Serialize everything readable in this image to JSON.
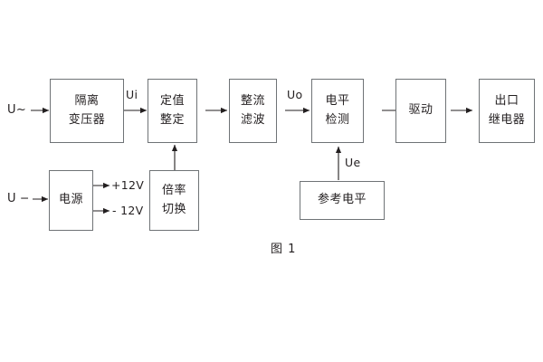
{
  "figure": {
    "caption": "图 1",
    "line_color": "#6f7376",
    "text_color": "#231f20",
    "background": "#ffffff"
  },
  "chart_data": {
    "type": "diagram",
    "title": "图 1",
    "nodes": [
      {
        "id": "isolation-transformer",
        "lines": [
          "隔离",
          "变压器"
        ],
        "row": "top",
        "order": 1
      },
      {
        "id": "setting-value",
        "lines": [
          "定值",
          "整定"
        ],
        "row": "top",
        "order": 2
      },
      {
        "id": "rectify-filter",
        "lines": [
          "整流",
          "滤波"
        ],
        "row": "top",
        "order": 3
      },
      {
        "id": "level-detect",
        "lines": [
          "电平",
          "检测"
        ],
        "row": "top",
        "order": 4
      },
      {
        "id": "drive",
        "lines": [
          "驱动"
        ],
        "row": "top",
        "order": 5
      },
      {
        "id": "output-relay",
        "lines": [
          "出口",
          "继电器"
        ],
        "row": "top",
        "order": 6
      },
      {
        "id": "power-supply",
        "lines": [
          "电源"
        ],
        "row": "bottom",
        "order": 1
      },
      {
        "id": "multiplier-switch",
        "lines": [
          "倍率",
          "切换"
        ],
        "row": "bottom",
        "order": 2
      },
      {
        "id": "reference-level",
        "lines": [
          "参考电平"
        ],
        "row": "bottom",
        "order": 3
      }
    ],
    "edges": [
      {
        "from": "input-ac",
        "to": "isolation-transformer",
        "label": ""
      },
      {
        "from": "isolation-transformer",
        "to": "setting-value",
        "label": "Ui"
      },
      {
        "from": "setting-value",
        "to": "rectify-filter",
        "label": ""
      },
      {
        "from": "rectify-filter",
        "to": "level-detect",
        "label": "Uo"
      },
      {
        "from": "level-detect",
        "to": "drive",
        "label": ""
      },
      {
        "from": "drive",
        "to": "output-relay",
        "label": ""
      },
      {
        "from": "multiplier-switch",
        "to": "setting-value",
        "label": ""
      },
      {
        "from": "reference-level",
        "to": "level-detect",
        "label": "Ue"
      },
      {
        "from": "input-dc",
        "to": "power-supply",
        "label": ""
      },
      {
        "from": "power-supply",
        "to": "rail-positive",
        "label": "+12V"
      },
      {
        "from": "power-supply",
        "to": "rail-negative",
        "label": "- 12V"
      }
    ]
  },
  "blocks": {
    "isolation_transformer": {
      "line1": "隔离",
      "line2": "变压器"
    },
    "setting_value": {
      "line1": "定值",
      "line2": "整定"
    },
    "rectify_filter": {
      "line1": "整流",
      "line2": "滤波"
    },
    "level_detect": {
      "line1": "电平",
      "line2": "检测"
    },
    "drive": {
      "line1": "驱动"
    },
    "output_relay": {
      "line1": "出口",
      "line2": "继电器"
    },
    "power_supply": {
      "line1": "电源"
    },
    "multiplier_switch": {
      "line1": "倍率",
      "line2": "切换"
    },
    "reference_level": {
      "line1": "参考电平"
    }
  },
  "labels": {
    "input_ac": "U~",
    "input_dc": "U",
    "input_dc_dash": "−",
    "ui": "Ui",
    "uo": "Uo",
    "ue": "Ue",
    "rail_positive": "+12V",
    "rail_negative": "- 12V"
  }
}
